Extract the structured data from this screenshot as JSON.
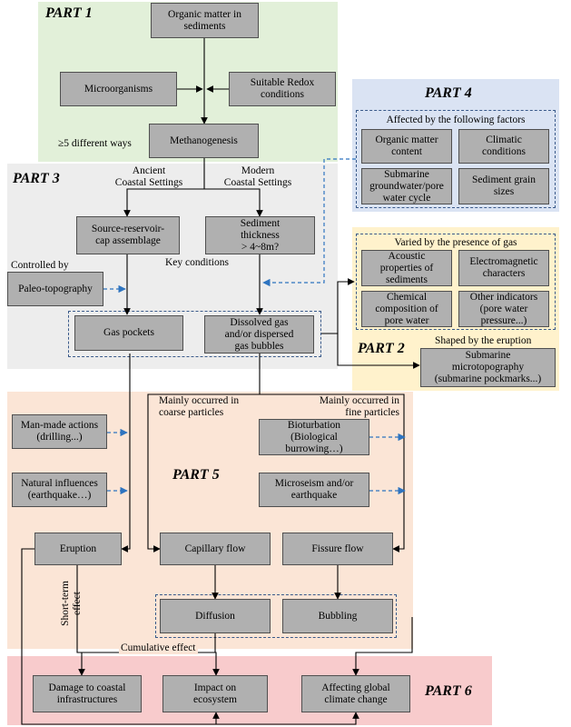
{
  "parts": {
    "part1": "PART 1",
    "part2": "PART 2",
    "part3": "PART 3",
    "part4": "PART 4",
    "part5": "PART 5",
    "part6": "PART 6"
  },
  "region_colors": {
    "part1": "#e2f0d9",
    "part2": "#fff2cc",
    "part3": "#ededed",
    "part4": "#dae3f3",
    "part5": "#fbe5d6",
    "part6": "#f8cbcc",
    "box_fill": "#b0b0b0",
    "dashed_arrow": "#2e74c0"
  },
  "boxes": {
    "organic": "Organic matter in\nsediments",
    "microorganisms": "Microorganisms",
    "redox": "Suitable Redox\nconditions",
    "methanogenesis": "Methanogenesis",
    "source_reservoir": "Source-reservoir-\ncap assemblage",
    "sediment_thickness": "Sediment\nthickness\n> 4~8m?",
    "paleo": "Paleo-topography",
    "gas_pockets": "Gas pockets",
    "dissolved_gas": "Dissolved gas\nand/or dispersed\ngas bubbles",
    "organic_content": "Organic matter\ncontent",
    "climatic": "Climatic\nconditions",
    "groundwater": "Submarine\ngroundwater/pore\nwater cycle",
    "grain": "Sediment grain\nsizes",
    "acoustic": "Acoustic\nproperties of\nsediments",
    "electromagnetic": "Electromagnetic\ncharacters",
    "chemical": "Chemical\ncomposition of\npore water",
    "other_indicators": "Other indicators\n(pore water\npressure...)",
    "microtopography": "Submarine\nmicrotopography\n(submarine pockmarks...)",
    "manmade": "Man-made actions\n(drilling...)",
    "natural": "Natural influences\n(earthquake…)",
    "bioturbation": "Bioturbation\n(Biological\nburrowing…)",
    "microseism": "Microseism and/or\nearthquake",
    "eruption": "Eruption",
    "capillary": "Capillary flow",
    "fissure": "Fissure flow",
    "diffusion": "Diffusion",
    "bubbling": "Bubbling",
    "damage": "Damage to coastal\ninfrastructures",
    "impact": "Impact on\necosystem",
    "climate_change": "Affecting global\nclimate change"
  },
  "labels": {
    "different_ways": "≥5 different ways",
    "ancient": "Ancient\nCoastal Settings",
    "modern": "Modern\nCoastal Settings",
    "key_conditions": "Key conditions",
    "controlled_by": "Controlled by",
    "affected_by": "Affected by the following factors",
    "varied_by": "Varied by the presence of gas",
    "shaped_by": "Shaped by the eruption",
    "coarse": "Mainly occurred in\ncoarse particles",
    "fine": "Mainly occurred in\nfine particles",
    "short_term": "Short-term\neffect",
    "cumulative": "Cumulative effect"
  }
}
